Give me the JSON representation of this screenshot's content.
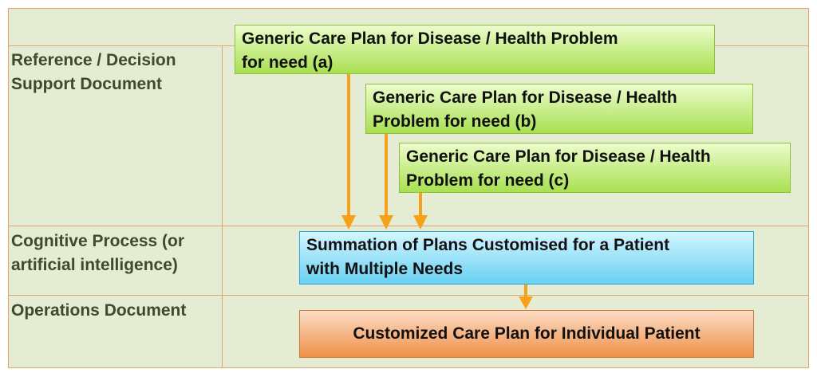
{
  "rows": {
    "reference": [
      "Reference / Decision",
      "Support Document"
    ],
    "cognitive": [
      "Cognitive Process (or",
      "artificial intelligence)"
    ],
    "operations": [
      "Operations Document"
    ]
  },
  "boxes": {
    "plan_a": [
      "Generic Care Plan for Disease / Health Problem",
      "for need (a)"
    ],
    "plan_b": [
      "Generic Care Plan for Disease / Health",
      "Problem for need (b)"
    ],
    "plan_c": [
      "Generic Care Plan for Disease / Health",
      "Problem for need (c)"
    ],
    "summation": [
      "Summation of Plans Customised for a Patient",
      "with Multiple Needs"
    ],
    "customized": "Customized Care Plan for Individual Patient"
  },
  "colors": {
    "arrow": "#f7a11a",
    "grid": "#e0a472",
    "background": "#e4ecd3",
    "label_text": "#404a2a"
  }
}
